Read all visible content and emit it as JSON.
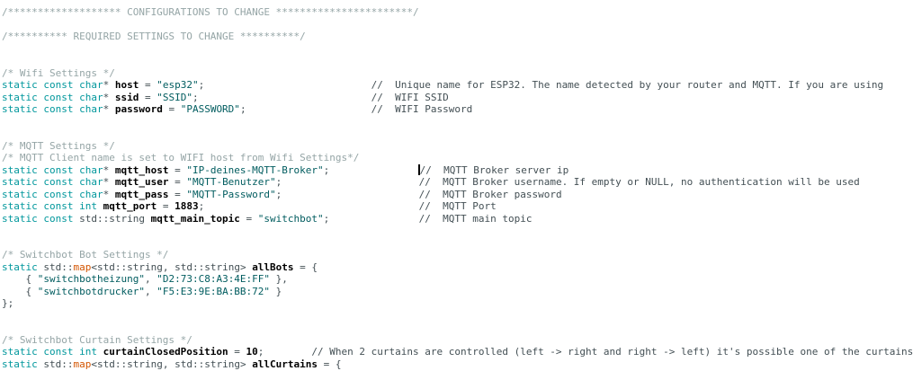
{
  "editor": {
    "language": "cpp-arduino-sketch",
    "background": "#ffffff",
    "colors": {
      "keyword": "#00979C",
      "string": "#005C5F",
      "builtin_function": "#D35400",
      "block_comment": "#95A5A6",
      "line_comment": "#434F54",
      "identifier": "#000000",
      "plain": "#434F54",
      "cursor": "#000000"
    },
    "cursor": {
      "line_index": 13,
      "before_text": "//  MQTT Broker server ip"
    },
    "lines": [
      [
        [
          "bc",
          "/******************* CONFIGURATIONS TO CHANGE ***********************/"
        ]
      ],
      [],
      [
        [
          "bc",
          "/********** REQUIRED SETTINGS TO CHANGE **********/"
        ]
      ],
      [],
      [],
      [
        [
          "bc",
          "/* Wifi Settings */"
        ]
      ],
      [
        [
          "kw",
          "static const char"
        ],
        [
          "pl",
          "* "
        ],
        [
          "id",
          "host"
        ],
        [
          "pl",
          " = "
        ],
        [
          "str",
          "\"esp32\""
        ],
        [
          "pl",
          ";"
        ],
        [
          "sp",
          "                            "
        ],
        [
          "lc",
          "//  Unique name for ESP32. The name detected by your router and MQTT. If you are using"
        ]
      ],
      [
        [
          "kw",
          "static const char"
        ],
        [
          "pl",
          "* "
        ],
        [
          "id",
          "ssid"
        ],
        [
          "pl",
          " = "
        ],
        [
          "str",
          "\"SSID\""
        ],
        [
          "pl",
          ";"
        ],
        [
          "sp",
          "                             "
        ],
        [
          "lc",
          "//  WIFI SSID"
        ]
      ],
      [
        [
          "kw",
          "static const char"
        ],
        [
          "pl",
          "* "
        ],
        [
          "id",
          "password"
        ],
        [
          "pl",
          " = "
        ],
        [
          "str",
          "\"PASSWORD\""
        ],
        [
          "pl",
          ";"
        ],
        [
          "sp",
          "                     "
        ],
        [
          "lc",
          "//  WIFI Password"
        ]
      ],
      [],
      [],
      [
        [
          "bc",
          "/* MQTT Settings */"
        ]
      ],
      [
        [
          "bc",
          "/* MQTT Client name is set to WIFI host from Wifi Settings*/"
        ]
      ],
      [
        [
          "kw",
          "static const char"
        ],
        [
          "pl",
          "* "
        ],
        [
          "id",
          "mqtt_host"
        ],
        [
          "pl",
          " = "
        ],
        [
          "str",
          "\"IP-deines-MQTT-Broker\""
        ],
        [
          "pl",
          ";"
        ],
        [
          "sp",
          "               "
        ],
        [
          "cursor",
          ""
        ],
        [
          "lc",
          "//  MQTT Broker server ip"
        ]
      ],
      [
        [
          "kw",
          "static const char"
        ],
        [
          "pl",
          "* "
        ],
        [
          "id",
          "mqtt_user"
        ],
        [
          "pl",
          " = "
        ],
        [
          "str",
          "\"MQTT-Benutzer\""
        ],
        [
          "pl",
          ";"
        ],
        [
          "sp",
          "                       "
        ],
        [
          "lc",
          "//  MQTT Broker username. If empty or NULL, no authentication will be used"
        ]
      ],
      [
        [
          "kw",
          "static const char"
        ],
        [
          "pl",
          "* "
        ],
        [
          "id",
          "mqtt_pass"
        ],
        [
          "pl",
          " = "
        ],
        [
          "str",
          "\"MQTT-Password\""
        ],
        [
          "pl",
          ";"
        ],
        [
          "sp",
          "                       "
        ],
        [
          "lc",
          "//  MQTT Broker password"
        ]
      ],
      [
        [
          "kw",
          "static const int"
        ],
        [
          "pl",
          " "
        ],
        [
          "id",
          "mqtt_port"
        ],
        [
          "pl",
          " = "
        ],
        [
          "num",
          "1883"
        ],
        [
          "pl",
          ";"
        ],
        [
          "sp",
          "                                    "
        ],
        [
          "lc",
          "//  MQTT Port"
        ]
      ],
      [
        [
          "kw",
          "static const"
        ],
        [
          "pl",
          " std::string "
        ],
        [
          "id",
          "mqtt_main_topic"
        ],
        [
          "pl",
          " = "
        ],
        [
          "str",
          "\"switchbot\""
        ],
        [
          "pl",
          ";"
        ],
        [
          "sp",
          "               "
        ],
        [
          "lc",
          "//  MQTT main topic"
        ]
      ],
      [],
      [],
      [
        [
          "bc",
          "/* Switchbot Bot Settings */"
        ]
      ],
      [
        [
          "kw",
          "static"
        ],
        [
          "pl",
          " std::"
        ],
        [
          "fn",
          "map"
        ],
        [
          "pl",
          "<std::string, std::string> "
        ],
        [
          "id",
          "allBots"
        ],
        [
          "pl",
          " = {"
        ]
      ],
      [
        [
          "pl",
          "    { "
        ],
        [
          "str",
          "\"switchbotheizung\""
        ],
        [
          "pl",
          ", "
        ],
        [
          "str",
          "\"D2:73:C8:A3:4E:FF\""
        ],
        [
          "pl",
          " },"
        ]
      ],
      [
        [
          "pl",
          "    { "
        ],
        [
          "str",
          "\"switchbotdrucker\""
        ],
        [
          "pl",
          ", "
        ],
        [
          "str",
          "\"F5:E3:9E:BA:BB:72\""
        ],
        [
          "pl",
          " }"
        ]
      ],
      [
        [
          "pl",
          "};"
        ]
      ],
      [],
      [],
      [
        [
          "bc",
          "/* Switchbot Curtain Settings */"
        ]
      ],
      [
        [
          "kw",
          "static const int"
        ],
        [
          "pl",
          " "
        ],
        [
          "id",
          "curtainClosedPosition"
        ],
        [
          "pl",
          " = "
        ],
        [
          "num",
          "10"
        ],
        [
          "pl",
          ";"
        ],
        [
          "sp",
          "        "
        ],
        [
          "lc",
          "// When 2 curtains are controlled (left -> right and right -> left) it's possible one of the curtains"
        ]
      ],
      [
        [
          "kw",
          "static"
        ],
        [
          "pl",
          " std::"
        ],
        [
          "fn",
          "map"
        ],
        [
          "pl",
          "<std::string, std::string> "
        ],
        [
          "id",
          "allCurtains"
        ],
        [
          "pl",
          " = {"
        ]
      ]
    ]
  }
}
